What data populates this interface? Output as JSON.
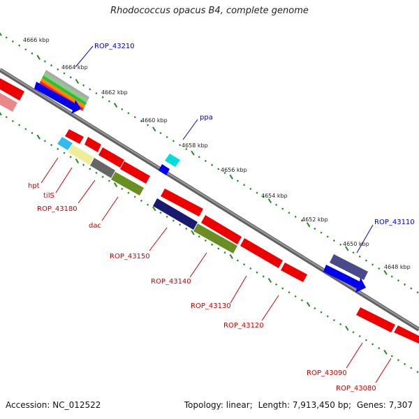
{
  "title": "Rhodococcus opacus B4, complete genome",
  "footer": {
    "accession_label": "Accession:",
    "accession": "NC_012522",
    "topology_label": "Topology:",
    "topology": "linear;",
    "length_label": "Length:",
    "length": "7,913,450 bp;",
    "genes_label": "Genes:",
    "genes": "7,307"
  },
  "colors": {
    "backbone": "#808080",
    "tick": "#228b22",
    "gene_label": "#cc0000",
    "highlight_label": "#0000cc"
  },
  "ruler": {
    "upper_labels": [
      "4666 kbp",
      "4664 kbp",
      "4662 kbp",
      "4660 kbp",
      "4658 kbp",
      "4656 kbp",
      "4654 kbp",
      "4652 kbp",
      "4650 kbp",
      "4648 kbp"
    ],
    "unit": "kbp"
  },
  "gene_labels": {
    "upper": [
      "ROP_43210",
      "ppa",
      "ROP_43110"
    ],
    "lower": [
      "hpt",
      "tilS",
      "ROP_43180",
      "dac",
      "ROP_43150",
      "ROP_43140",
      "ROP_43130",
      "ROP_43120",
      "ROP_43090",
      "ROP_43080"
    ]
  },
  "genes": [
    {
      "name": "ROP_43210",
      "strand": "upper",
      "color": "#0000ee",
      "arrow": true
    },
    {
      "name": "ROP_43210-overlay",
      "strand": "upper",
      "colors": [
        "#ff2020",
        "#ff8800",
        "#33bb33",
        "#88cc88",
        "#aaaaaa"
      ]
    },
    {
      "name": "ppa",
      "strand": "upper",
      "color": "#00dddd"
    },
    {
      "name": "ppa-arrow",
      "strand": "upper",
      "color": "#0000ee",
      "arrow": true
    },
    {
      "name": "ROP_43110",
      "strand": "upper",
      "color": "#0000ee",
      "arrow": true
    },
    {
      "name": "ROP_43110-overlay",
      "strand": "upper",
      "color": "#4a4a8a"
    },
    {
      "name": "hpt",
      "strand": "lower",
      "color": "#33bbee"
    },
    {
      "name": "tilS",
      "strand": "lower",
      "color": "#eeee99"
    },
    {
      "name": "ROP_43180",
      "strand": "lower",
      "color": "#666666"
    },
    {
      "name": "dac",
      "strand": "lower",
      "color": "#6b8e23"
    },
    {
      "name": "ROP_43150",
      "strand": "lower",
      "color": "#191970"
    },
    {
      "name": "ROP_43140",
      "strand": "lower",
      "color": "#6b8e23"
    },
    {
      "name": "ROP_43130",
      "strand": "lower",
      "color": "#ee0000"
    },
    {
      "name": "ROP_43120",
      "strand": "lower",
      "color": "#ee0000"
    },
    {
      "name": "ROP_43090",
      "strand": "lower",
      "color": "#ee0000"
    },
    {
      "name": "ROP_43080",
      "strand": "lower",
      "color": "#ee0000"
    }
  ]
}
